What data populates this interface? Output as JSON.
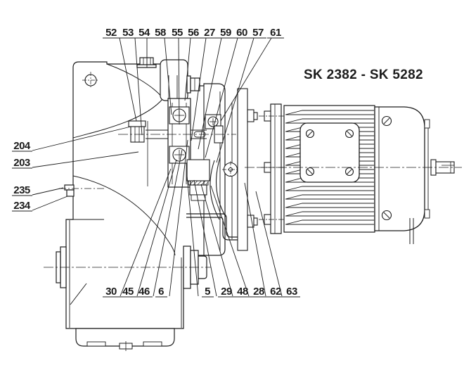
{
  "title": "SK 2382 - SK 5282",
  "labels": {
    "top": [
      "52",
      "53",
      "54",
      "58",
      "55",
      "56",
      "27",
      "59",
      "60",
      "57",
      "61"
    ],
    "left": [
      "204",
      "203",
      "235",
      "234"
    ],
    "bottom_left": [
      "30",
      "45",
      "46",
      "6"
    ],
    "bottom_right": [
      "5",
      "29",
      "48",
      "28",
      "62",
      "63"
    ]
  },
  "colors": {
    "line": "#1c1c1c",
    "background": "#ffffff"
  }
}
